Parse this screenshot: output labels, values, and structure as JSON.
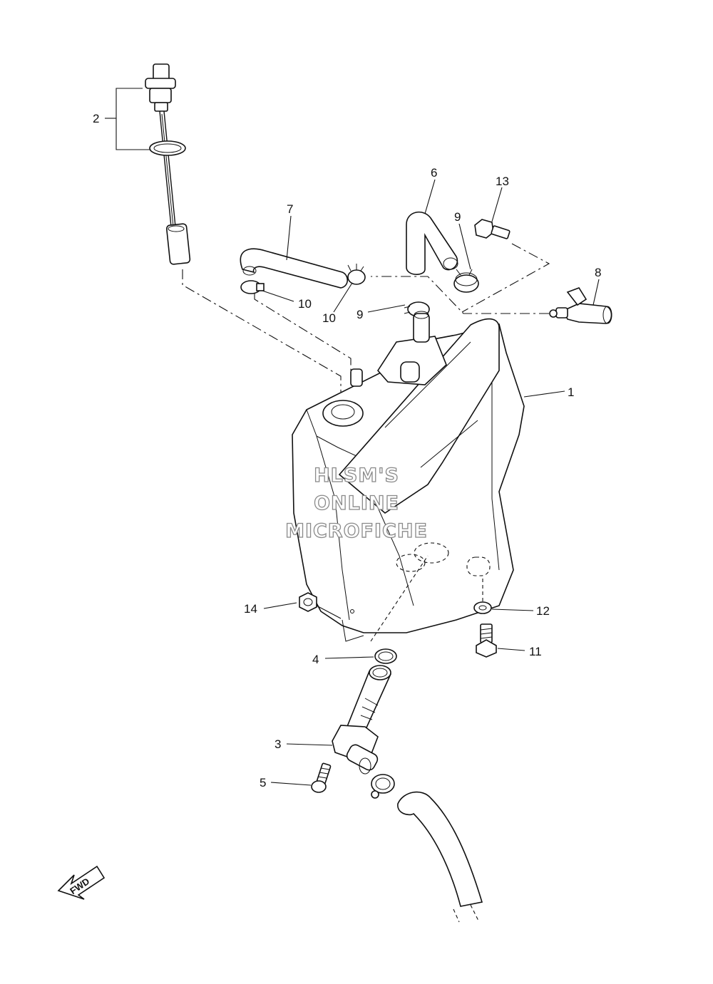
{
  "callouts": {
    "c1": "1",
    "c2": "2",
    "c3": "3",
    "c4": "4",
    "c5": "5",
    "c6": "6",
    "c7": "7",
    "c8": "8",
    "c9a": "9",
    "c9b": "9",
    "c10a": "10",
    "c10b": "10",
    "c11": "11",
    "c12": "12",
    "c13": "13",
    "c14": "14"
  },
  "watermark": {
    "line1": "HLSM'S",
    "line2": "ONLINE",
    "line3": "MICROFICHE"
  },
  "direction_arrow": {
    "label": "FWD",
    "icon": "fwd-arrow-icon"
  },
  "colors": {
    "line": "#111111",
    "watermark_outline": "#8a8a8a",
    "background": "#ffffff"
  }
}
